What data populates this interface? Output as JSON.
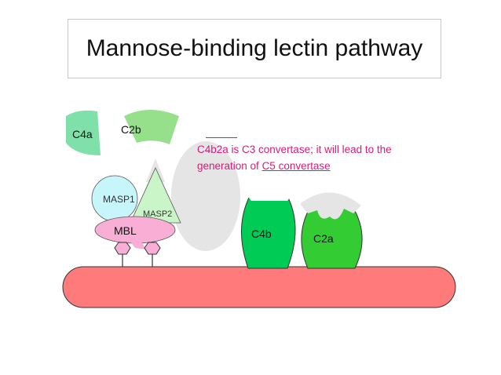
{
  "title": "Mannose-binding lectin pathway",
  "labels": {
    "c4a": "C4a",
    "c2b": "C2b",
    "masp1": "MASP1",
    "masp2": "MASP2",
    "mbl": "MBL",
    "c4b": "C4b",
    "c2a": "C2a"
  },
  "note": {
    "text": "C4b2a is C3 convertase; it will lead to the generation of ",
    "link": "C5 convertase"
  },
  "colors": {
    "membrane": "#ff7b7b",
    "c4a": "#7fe0aa",
    "c2b": "#96e08c",
    "masp1": "#c6f5fa",
    "masp2": "#caf5c8",
    "mbl": "#f9aed6",
    "c4b": "#00cc55",
    "c2a": "#33cc33",
    "note": "#d81b7a",
    "gray_shape": "#e5e5e5"
  }
}
